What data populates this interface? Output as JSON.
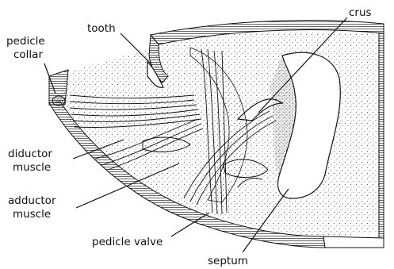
{
  "labels": {
    "tooth": "tooth",
    "crus": "crus",
    "pedicle_collar_1": "pedicle",
    "pedicle_collar_2": "collar",
    "diductor_1": "diductor",
    "diductor_2": "muscle",
    "adductor_1": "adductor",
    "adductor_2": "muscle",
    "pedicle_valve": "pedicle valve",
    "septum": "septum"
  }
}
